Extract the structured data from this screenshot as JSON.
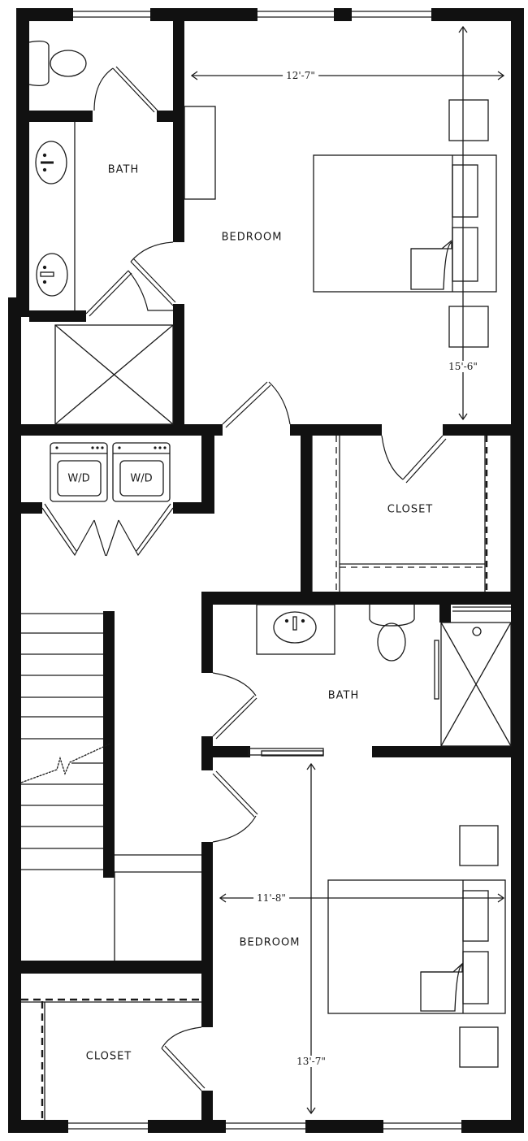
{
  "floor_plan": {
    "colors": {
      "wall": "#111111",
      "line": "#1a1a1a",
      "background": "#ffffff"
    },
    "rooms": [
      {
        "id": "bath_top",
        "label": "BATH"
      },
      {
        "id": "bedroom_top",
        "label": "BEDROOM"
      },
      {
        "id": "closet_mid",
        "label": "CLOSET"
      },
      {
        "id": "bath_mid",
        "label": "BATH"
      },
      {
        "id": "bedroom_bottom",
        "label": "BEDROOM"
      },
      {
        "id": "closet_bottom",
        "label": "CLOSET"
      }
    ],
    "laundry": [
      {
        "label": "W/D"
      },
      {
        "label": "W/D"
      }
    ],
    "dimensions": {
      "bedroom_top_width": "12'-7\"",
      "bedroom_top_length": "15'-6\"",
      "bedroom_bottom_width": "11'-8\"",
      "bedroom_bottom_length": "13'-7\""
    }
  }
}
